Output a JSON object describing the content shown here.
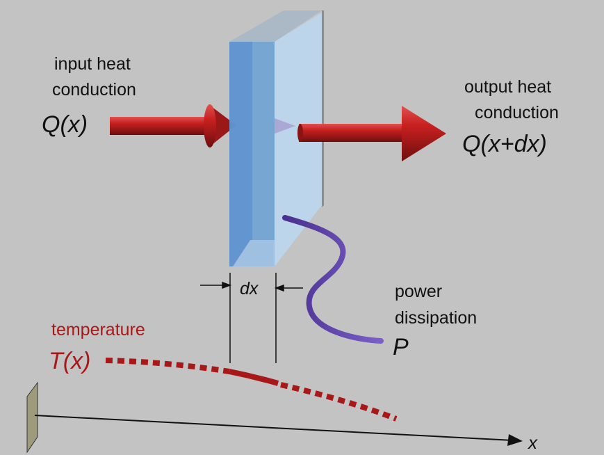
{
  "labels": {
    "input_line1": "input heat",
    "input_line2": "conduction",
    "input_symbol": "Q(x)",
    "output_line1": "output heat",
    "output_line2": "conduction",
    "output_symbol": "Q(x+dx)",
    "dx": "dx",
    "power_line1": "power",
    "power_line2": "dissipation",
    "power_symbol": "P",
    "temp_line1": "temperature",
    "temp_symbol": "T(x)",
    "axis": "x"
  },
  "colors": {
    "background": "#c3c3c3",
    "arrow_red": "#b81c1c",
    "temperature": "#a81818",
    "wire": "#5a3fa0",
    "slab": "#6fa3d4"
  }
}
